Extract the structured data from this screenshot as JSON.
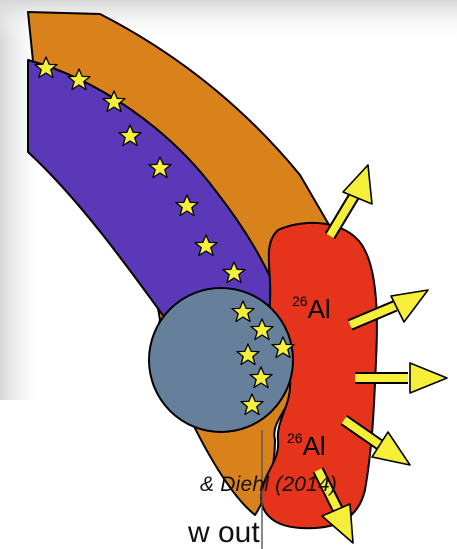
{
  "diagram": {
    "labels": {
      "al26_upper": {
        "sup": "26",
        "text": "Al"
      },
      "al26_lower": {
        "sup": "26",
        "text": "Al"
      }
    },
    "citation": "& Diehl (2014)",
    "bottom_fragment": "w out"
  },
  "colors": {
    "orange_arm": "#d9821c",
    "purple_arm": "#5a38b8",
    "red_bubble": "#e5331c",
    "blue_sphere": "#66809c",
    "stars": "#f5ef3a",
    "arrows": "#f5ef3a",
    "outline": "#000000",
    "background_shading": "#e6e6e6"
  },
  "icons": {
    "star": "star-icon",
    "arrow": "outflow-arrow-icon"
  }
}
